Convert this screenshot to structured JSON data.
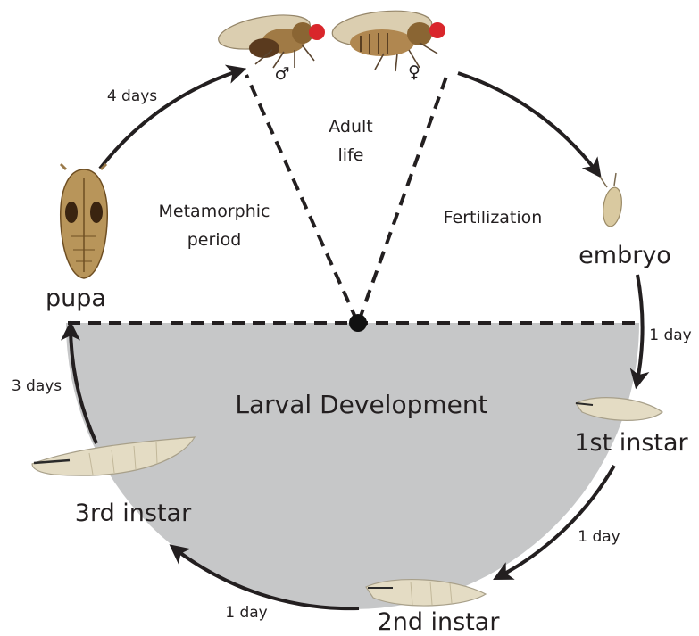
{
  "labels": {
    "adult_life_line1": "Adult",
    "adult_life_line2": "life",
    "metamorphic_line1": "Metamorphic",
    "metamorphic_line2": "period",
    "fertilization": "Fertilization",
    "larval_development": "Larval Development",
    "male_symbol": "♂",
    "female_symbol": "♀"
  },
  "stages": {
    "embryo": "embryo",
    "first_instar": "1st instar",
    "second_instar": "2nd instar",
    "third_instar": "3rd instar",
    "pupa": "pupa"
  },
  "durations": {
    "pupa_to_adult": "4 days",
    "embryo_to_first": "1 day",
    "first_to_second": "1 day",
    "second_to_third": "1 day",
    "third_to_pupa": "3 days"
  },
  "colors": {
    "larval_fill": "#c6c7c8",
    "line": "#231f20",
    "fly_eye": "#d9262b",
    "body_tan": "#b8955a",
    "larva_cream": "#e4dcc4"
  }
}
